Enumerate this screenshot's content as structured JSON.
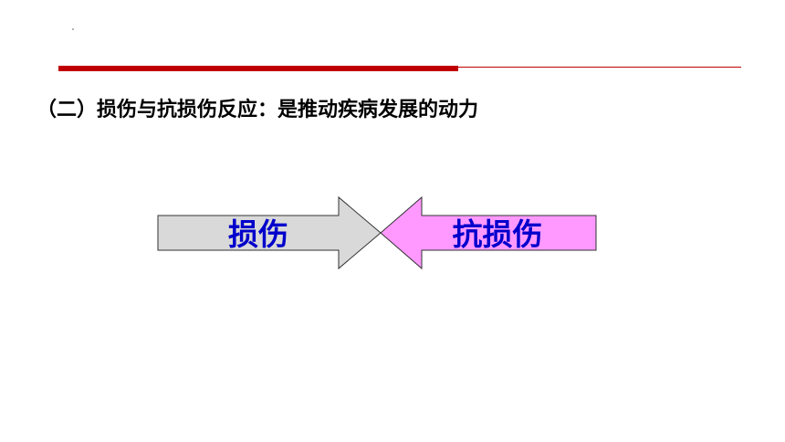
{
  "heading": "（二）损伤与抗损伤反应：是推动疾病发展的动力",
  "arrows": {
    "left": {
      "label": "损伤",
      "fill": "#d9d9d9",
      "direction": "right"
    },
    "right": {
      "label": "抗损伤",
      "fill": "#ff99ff",
      "direction": "left"
    },
    "label_color": "#0000cc",
    "outline_color": "#333333"
  },
  "rules": {
    "thick_color": "#c00000",
    "thin_color": "#c00000"
  }
}
